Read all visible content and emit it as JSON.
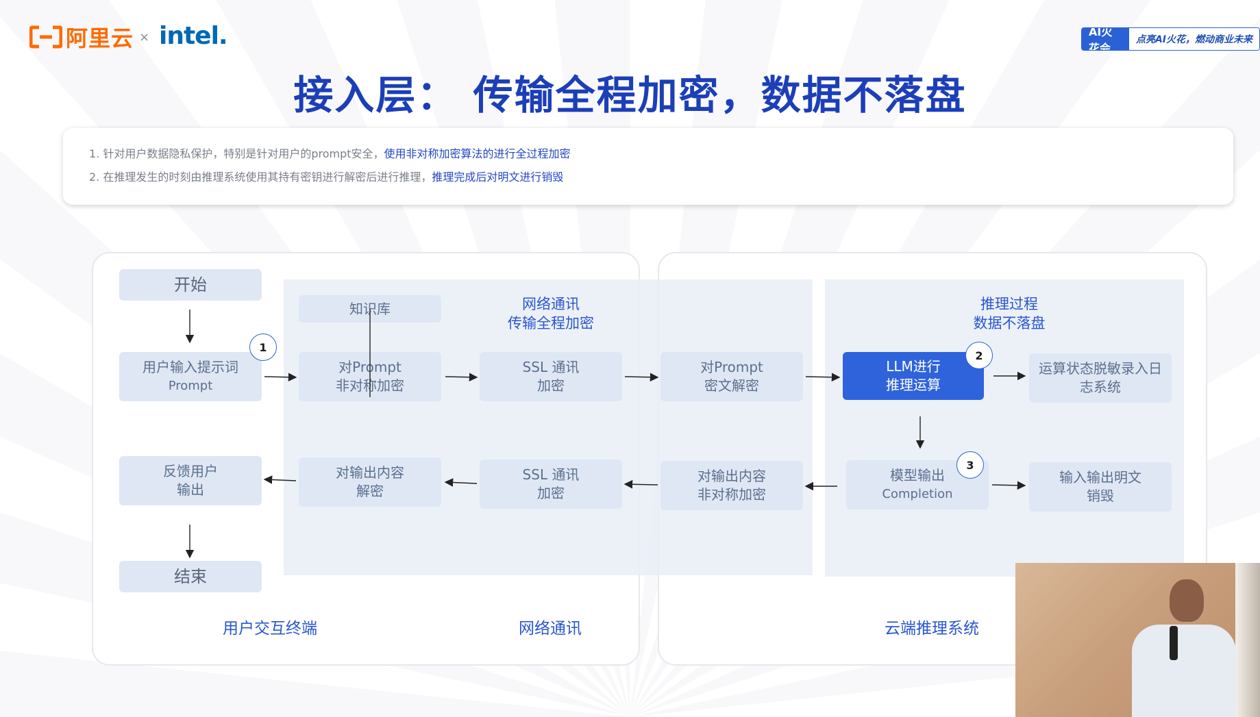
{
  "header": {
    "aliyun_logo_text": "阿里云",
    "times": "×",
    "intel_logo_text": "intel.",
    "badge_left": "AI火花会",
    "badge_right": "点亮AI火花，燃动商业未来",
    "title": "接入层： 传输全程加密，数据不落盘"
  },
  "description": {
    "line1_plain": "1. 针对用户数据隐私保护，特别是针对用户的prompt安全，",
    "line1_highlight": "使用非对称加密算法的进行全过程加密",
    "line2_plain": "2. 在推理发生的时刻由推理系统使用其持有密钥进行解密后进行推理，",
    "line2_highlight": "推理完成后对明文进行销毁"
  },
  "diagram": {
    "boxes": {
      "start": "开始",
      "user_input_l1": "用户输入提示词",
      "user_input_l2": "Prompt",
      "feedback_l1": "反馈用户",
      "feedback_l2": "输出",
      "end": "结束",
      "knowledge": "知识库",
      "prompt_enc_l1": "对Prompt",
      "prompt_enc_l2": "非对称加密",
      "output_dec_l1": "对输出内容",
      "output_dec_l2": "解密",
      "ssl_top_l1": "SSL 通讯",
      "ssl_top_l2": "加密",
      "ssl_bot_l1": "SSL 通讯",
      "ssl_bot_l2": "加密",
      "prompt_dec_l1": "对Prompt",
      "prompt_dec_l2": "密文解密",
      "output_enc_l1": "对输出内容",
      "output_enc_l2": "非对称加密",
      "llm_l1": "LLM进行",
      "llm_l2": "推理运算",
      "model_out_l1": "模型输出",
      "model_out_l2": "Completion",
      "log_l1": "运算状态脱敏录入日",
      "log_l2": "志系统",
      "destroy_l1": "输入输出明文",
      "destroy_l2": "销毁"
    },
    "zone_labels": {
      "network_l1": "网络通讯",
      "network_l2": "传输全程加密",
      "inference_l1": "推理过程",
      "inference_l2": "数据不落盘"
    },
    "footer_labels": {
      "terminal": "用户交互终端",
      "network": "网络通讯",
      "cloud": "云端推理系统"
    },
    "step_numbers": [
      "1",
      "2",
      "3"
    ]
  }
}
